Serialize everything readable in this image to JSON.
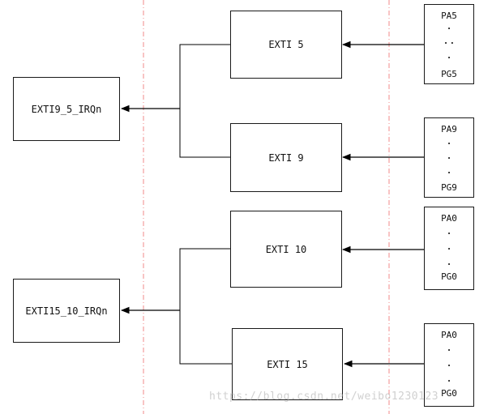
{
  "irq_boxes": {
    "irq_9_5": "EXTI9_5_IRQn",
    "irq_15_10": "EXTI15_10_IRQn"
  },
  "exti_boxes": {
    "exti_5": "EXTI 5",
    "exti_9": "EXTI 9",
    "exti_10": "EXTI 10",
    "exti_15": "EXTI 15"
  },
  "pin_groups": [
    {
      "first": "PA5",
      "dots": [
        ".",
        "..",
        "."
      ],
      "last": "PG5"
    },
    {
      "first": "PA9",
      "dots": [
        ".",
        ".",
        "."
      ],
      "last": "PG9"
    },
    {
      "first": "PA0",
      "dots": [
        ".",
        ".",
        "."
      ],
      "last": "PG0"
    },
    {
      "first": "PA0",
      "dots": [
        ".",
        ".",
        "."
      ],
      "last": "PG0"
    }
  ],
  "watermark": "https://blog.csdn.net/weibo1230123",
  "colors": {
    "line": "#1a1a1a",
    "separator": "#f08a8a",
    "background": "#ffffff"
  }
}
